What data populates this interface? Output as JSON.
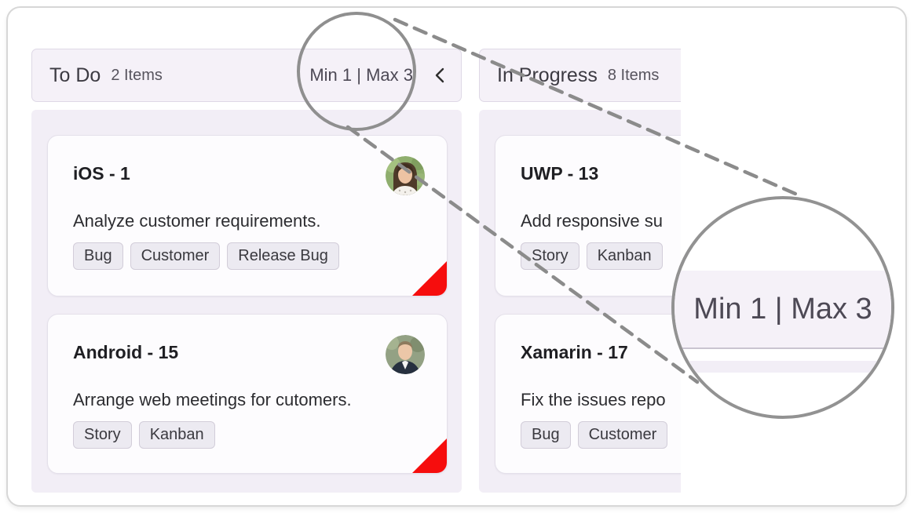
{
  "colors": {
    "accent_red": "#f60d0d",
    "column_header_bg": "#f5f1f8",
    "column_body_bg": "#f2eef6",
    "card_bg": "#fdfcfe",
    "chip_bg": "#eceaf1",
    "lens_stroke": "#8f8f8f"
  },
  "icons": {
    "collapse": "chevron-left-icon",
    "assignee_1": "woman-photo-avatar",
    "assignee_2": "man-photo-avatar"
  },
  "board": {
    "columns": [
      {
        "title": "To Do",
        "count": "2 Items",
        "limits": "Min 1 | Max 3",
        "cards": [
          {
            "id": "iOS - 1",
            "description": "Analyze customer requirements.",
            "tags": [
              "Bug",
              "Customer",
              "Release Bug"
            ]
          },
          {
            "id": "Android - 15",
            "description": "Arrange web meetings for cutomers.",
            "tags": [
              "Story",
              "Kanban"
            ]
          }
        ]
      },
      {
        "title": "In Progress",
        "count": "8 Items",
        "cards": [
          {
            "id": "UWP - 13",
            "description": "Add responsive su",
            "tags": [
              "Story",
              "Kanban"
            ]
          },
          {
            "id": "Xamarin - 17",
            "description": "Fix the issues repo",
            "tags": [
              "Bug",
              "Customer"
            ]
          }
        ]
      }
    ]
  },
  "magnifier": {
    "zoom_label": "Min 1 | Max 3"
  }
}
